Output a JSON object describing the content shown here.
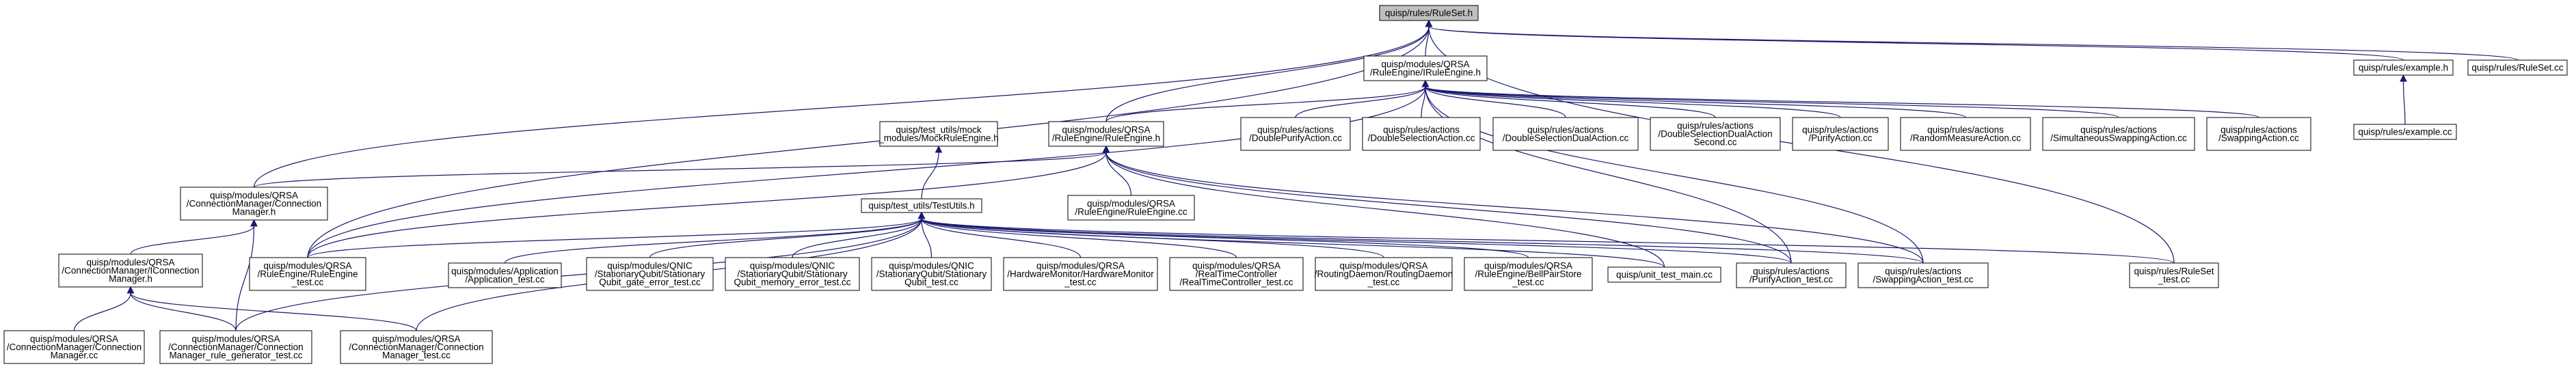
{
  "diagram": {
    "type": "include-dependency-graph",
    "colors": {
      "edge": "#191970",
      "root_fill": "#bfbfbf",
      "node_fill": "#ffffff",
      "node_border": "#000000"
    },
    "nodes": [
      {
        "id": "ruleset_h",
        "lines": [
          "quisp/rules/RuleSet.h"
        ],
        "root": true
      },
      {
        "id": "iruleengine_h",
        "lines": [
          "quisp/modules/QRSA",
          "/RuleEngine/IRuleEngine.h"
        ]
      },
      {
        "id": "example_h",
        "lines": [
          "quisp/rules/example.h"
        ]
      },
      {
        "id": "ruleset_cc",
        "lines": [
          "quisp/rules/RuleSet.cc"
        ]
      },
      {
        "id": "mock_ruleengine_h",
        "lines": [
          "quisp/test_utils/mock",
          "_modules/MockRuleEngine.h"
        ]
      },
      {
        "id": "ruleengine_h",
        "lines": [
          "quisp/modules/QRSA",
          "/RuleEngine/RuleEngine.h"
        ]
      },
      {
        "id": "doublepurify_cc",
        "lines": [
          "quisp/rules/actions",
          "/DoublePurifyAction.cc"
        ]
      },
      {
        "id": "doubleselection_cc",
        "lines": [
          "quisp/rules/actions",
          "/DoubleSelectionAction.cc"
        ]
      },
      {
        "id": "doubleselectiondual_cc",
        "lines": [
          "quisp/rules/actions",
          "/DoubleSelectionDualAction.cc"
        ]
      },
      {
        "id": "doubleselectiondualsecond_cc",
        "lines": [
          "quisp/rules/actions",
          "/DoubleSelectionDualAction",
          "Second.cc"
        ]
      },
      {
        "id": "purify_cc",
        "lines": [
          "quisp/rules/actions",
          "/PurifyAction.cc"
        ]
      },
      {
        "id": "randommeasure_cc",
        "lines": [
          "quisp/rules/actions",
          "/RandomMeasureAction.cc"
        ]
      },
      {
        "id": "simultaneousswapping_cc",
        "lines": [
          "quisp/rules/actions",
          "/SimultaneousSwappingAction.cc"
        ]
      },
      {
        "id": "swapping_cc",
        "lines": [
          "quisp/rules/actions",
          "/SwappingAction.cc"
        ]
      },
      {
        "id": "example_cc",
        "lines": [
          "quisp/rules/example.cc"
        ]
      },
      {
        "id": "connmgr_h",
        "lines": [
          "quisp/modules/QRSA",
          "/ConnectionManager/Connection",
          "Manager.h"
        ]
      },
      {
        "id": "ruleengine_cc",
        "lines": [
          "quisp/modules/QRSA",
          "/RuleEngine/RuleEngine.cc"
        ]
      },
      {
        "id": "testutils_h",
        "lines": [
          "quisp/test_utils/TestUtils.h"
        ]
      },
      {
        "id": "iconnmgr_h",
        "lines": [
          "quisp/modules/QRSA",
          "/ConnectionManager/IConnection",
          "Manager.h"
        ]
      },
      {
        "id": "ruleengine_test_cc",
        "lines": [
          "quisp/modules/QRSA",
          "/RuleEngine/RuleEngine",
          "_test.cc"
        ]
      },
      {
        "id": "application_test_cc",
        "lines": [
          "quisp/modules/Application",
          "/Application_test.cc"
        ]
      },
      {
        "id": "gate_error_test_cc",
        "lines": [
          "quisp/modules/QNIC",
          "/StationaryQubit/Stationary",
          "Qubit_gate_error_test.cc"
        ]
      },
      {
        "id": "memory_error_test_cc",
        "lines": [
          "quisp/modules/QNIC",
          "/StationaryQubit/Stationary",
          "Qubit_memory_error_test.cc"
        ]
      },
      {
        "id": "stationaryqubit_test_cc",
        "lines": [
          "quisp/modules/QNIC",
          "/StationaryQubit/Stationary",
          "Qubit_test.cc"
        ]
      },
      {
        "id": "hwmonitor_test_cc",
        "lines": [
          "quisp/modules/QRSA",
          "/HardwareMonitor/HardwareMonitor",
          "_test.cc"
        ]
      },
      {
        "id": "rtcontroller_test_cc",
        "lines": [
          "quisp/modules/QRSA",
          "/RealTimeController",
          "/RealTimeController_test.cc"
        ]
      },
      {
        "id": "routingdaemon_test_cc",
        "lines": [
          "quisp/modules/QRSA",
          "/RoutingDaemon/RoutingDaemon",
          "_test.cc"
        ]
      },
      {
        "id": "bellpairstore_test_cc",
        "lines": [
          "quisp/modules/QRSA",
          "/RuleEngine/BellPairStore",
          "_test.cc"
        ]
      },
      {
        "id": "unit_test_main_cc",
        "lines": [
          "quisp/unit_test_main.cc"
        ]
      },
      {
        "id": "purify_test_cc",
        "lines": [
          "quisp/rules/actions",
          "/PurifyAction_test.cc"
        ]
      },
      {
        "id": "swapping_test_cc",
        "lines": [
          "quisp/rules/actions",
          "/SwappingAction_test.cc"
        ]
      },
      {
        "id": "ruleset_test_cc",
        "lines": [
          "quisp/rules/RuleSet",
          "_test.cc"
        ]
      },
      {
        "id": "connmgr_cc",
        "lines": [
          "quisp/modules/QRSA",
          "/ConnectionManager/Connection",
          "Manager.cc"
        ]
      },
      {
        "id": "connmgr_rulegen_test_cc",
        "lines": [
          "quisp/modules/QRSA",
          "/ConnectionManager/Connection",
          "Manager_rule_generator_test.cc"
        ]
      },
      {
        "id": "connmgr_test_cc",
        "lines": [
          "quisp/modules/QRSA",
          "/ConnectionManager/Connection",
          "Manager_test.cc"
        ]
      }
    ],
    "edges": [
      [
        "ruleset_h",
        "iruleengine_h"
      ],
      [
        "ruleset_h",
        "example_h"
      ],
      [
        "ruleset_h",
        "ruleset_cc"
      ],
      [
        "ruleset_h",
        "ruleengine_h"
      ],
      [
        "ruleset_h",
        "connmgr_h"
      ],
      [
        "ruleset_h",
        "ruleengine_test_cc"
      ],
      [
        "ruleset_h",
        "ruleset_test_cc"
      ],
      [
        "iruleengine_h",
        "ruleengine_h"
      ],
      [
        "iruleengine_h",
        "doublepurify_cc"
      ],
      [
        "iruleengine_h",
        "doubleselection_cc"
      ],
      [
        "iruleengine_h",
        "doubleselectiondual_cc"
      ],
      [
        "iruleengine_h",
        "doubleselectiondualsecond_cc"
      ],
      [
        "iruleengine_h",
        "purify_cc"
      ],
      [
        "iruleengine_h",
        "randommeasure_cc"
      ],
      [
        "iruleengine_h",
        "simultaneousswapping_cc"
      ],
      [
        "iruleengine_h",
        "swapping_cc"
      ],
      [
        "iruleengine_h",
        "ruleengine_test_cc"
      ],
      [
        "iruleengine_h",
        "purify_test_cc"
      ],
      [
        "iruleengine_h",
        "swapping_test_cc"
      ],
      [
        "example_h",
        "example_cc"
      ],
      [
        "mock_ruleengine_h",
        "testutils_h"
      ],
      [
        "ruleengine_h",
        "connmgr_h"
      ],
      [
        "ruleengine_h",
        "ruleengine_cc"
      ],
      [
        "ruleengine_h",
        "ruleengine_test_cc"
      ],
      [
        "ruleengine_h",
        "unit_test_main_cc"
      ],
      [
        "ruleengine_h",
        "purify_test_cc"
      ],
      [
        "ruleengine_h",
        "swapping_test_cc"
      ],
      [
        "connmgr_h",
        "iconnmgr_h"
      ],
      [
        "connmgr_h",
        "connmgr_rulegen_test_cc"
      ],
      [
        "testutils_h",
        "ruleengine_test_cc"
      ],
      [
        "testutils_h",
        "application_test_cc"
      ],
      [
        "testutils_h",
        "gate_error_test_cc"
      ],
      [
        "testutils_h",
        "memory_error_test_cc"
      ],
      [
        "testutils_h",
        "stationaryqubit_test_cc"
      ],
      [
        "testutils_h",
        "hwmonitor_test_cc"
      ],
      [
        "testutils_h",
        "rtcontroller_test_cc"
      ],
      [
        "testutils_h",
        "routingdaemon_test_cc"
      ],
      [
        "testutils_h",
        "bellpairstore_test_cc"
      ],
      [
        "testutils_h",
        "unit_test_main_cc"
      ],
      [
        "testutils_h",
        "purify_test_cc"
      ],
      [
        "testutils_h",
        "swapping_test_cc"
      ],
      [
        "testutils_h",
        "ruleset_test_cc"
      ],
      [
        "testutils_h",
        "connmgr_rulegen_test_cc"
      ],
      [
        "testutils_h",
        "connmgr_test_cc"
      ],
      [
        "iconnmgr_h",
        "connmgr_cc"
      ],
      [
        "iconnmgr_h",
        "connmgr_rulegen_test_cc"
      ],
      [
        "iconnmgr_h",
        "connmgr_test_cc"
      ]
    ]
  }
}
